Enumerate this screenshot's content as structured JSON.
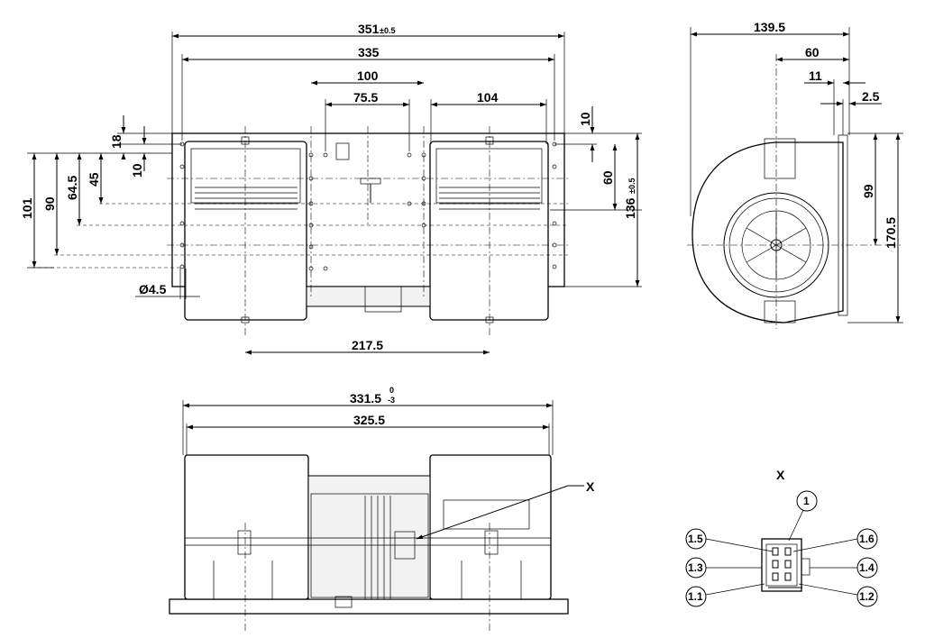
{
  "front_view": {
    "dims": {
      "overall_width": "351",
      "overall_width_tol": "±0.5",
      "plate_width": "335",
      "mid_spacing": "100",
      "inner_spacing": "75.5",
      "outlet_width": "104",
      "axis_spacing": "217.5",
      "hole_dia": "Ø4.5",
      "left_101": "101",
      "left_90": "90",
      "left_64_5": "64.5",
      "left_45": "45",
      "left_18": "18",
      "left_10": "10",
      "right_10": "10",
      "right_60": "60",
      "right_136": "136",
      "right_136_tol": "±0.5"
    }
  },
  "side_view": {
    "dims": {
      "depth": "139.5",
      "d60": "60",
      "d11": "11",
      "d2_5": "2.5",
      "d99": "99",
      "height": "170.5"
    }
  },
  "bottom_view": {
    "dims": {
      "overall": "331.5",
      "tol_upper": "0",
      "tol_lower": "-3",
      "inner": "325.5"
    },
    "connector_marker": "X"
  },
  "connector_detail": {
    "title": "X",
    "pins": [
      "1",
      "1.5",
      "1.3",
      "1.1",
      "1.6",
      "1.4",
      "1.2"
    ]
  }
}
